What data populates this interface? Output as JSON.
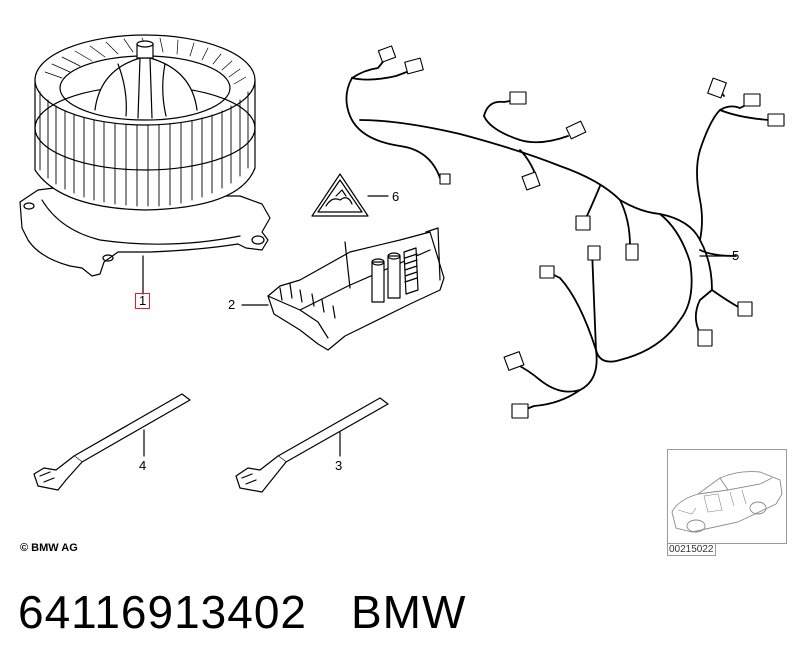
{
  "callouts": {
    "c1": "1",
    "c2": "2",
    "c3": "3",
    "c4": "4",
    "c5": "5",
    "c6": "6"
  },
  "copyright": "© BMW AG",
  "reference_number": "00215022",
  "caption": {
    "part_number": "64116913402",
    "brand": "BMW"
  },
  "colors": {
    "highlight_box": "#e0202a",
    "linework": "#000000"
  }
}
